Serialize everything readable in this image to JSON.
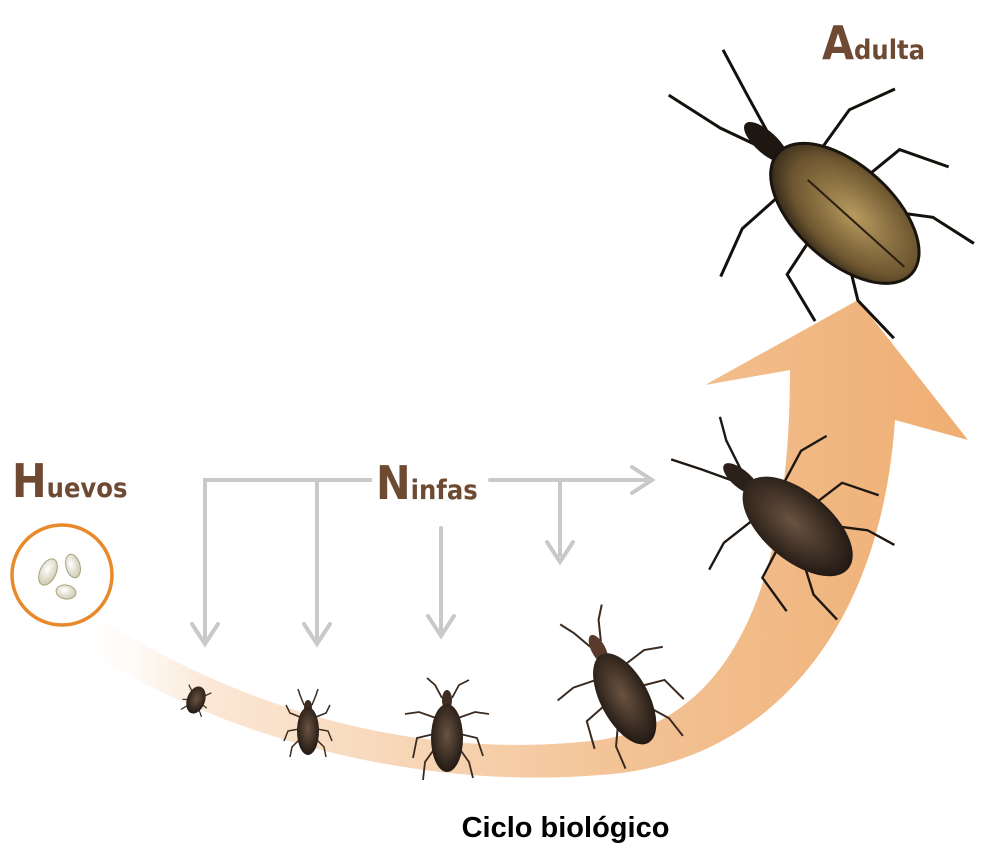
{
  "labels": {
    "eggs": {
      "initial": "H",
      "rest": "uevos"
    },
    "nymphs": {
      "initial": "N",
      "rest": "infas"
    },
    "adult": {
      "initial": "A",
      "rest": "dulta"
    }
  },
  "caption": "Ciclo biológico",
  "colors": {
    "label_brown": "#6e4a33",
    "egg_ring": "#e8892b",
    "nymph_arrows": "#c9c9c9",
    "growth_arrow": "#efb37c"
  }
}
